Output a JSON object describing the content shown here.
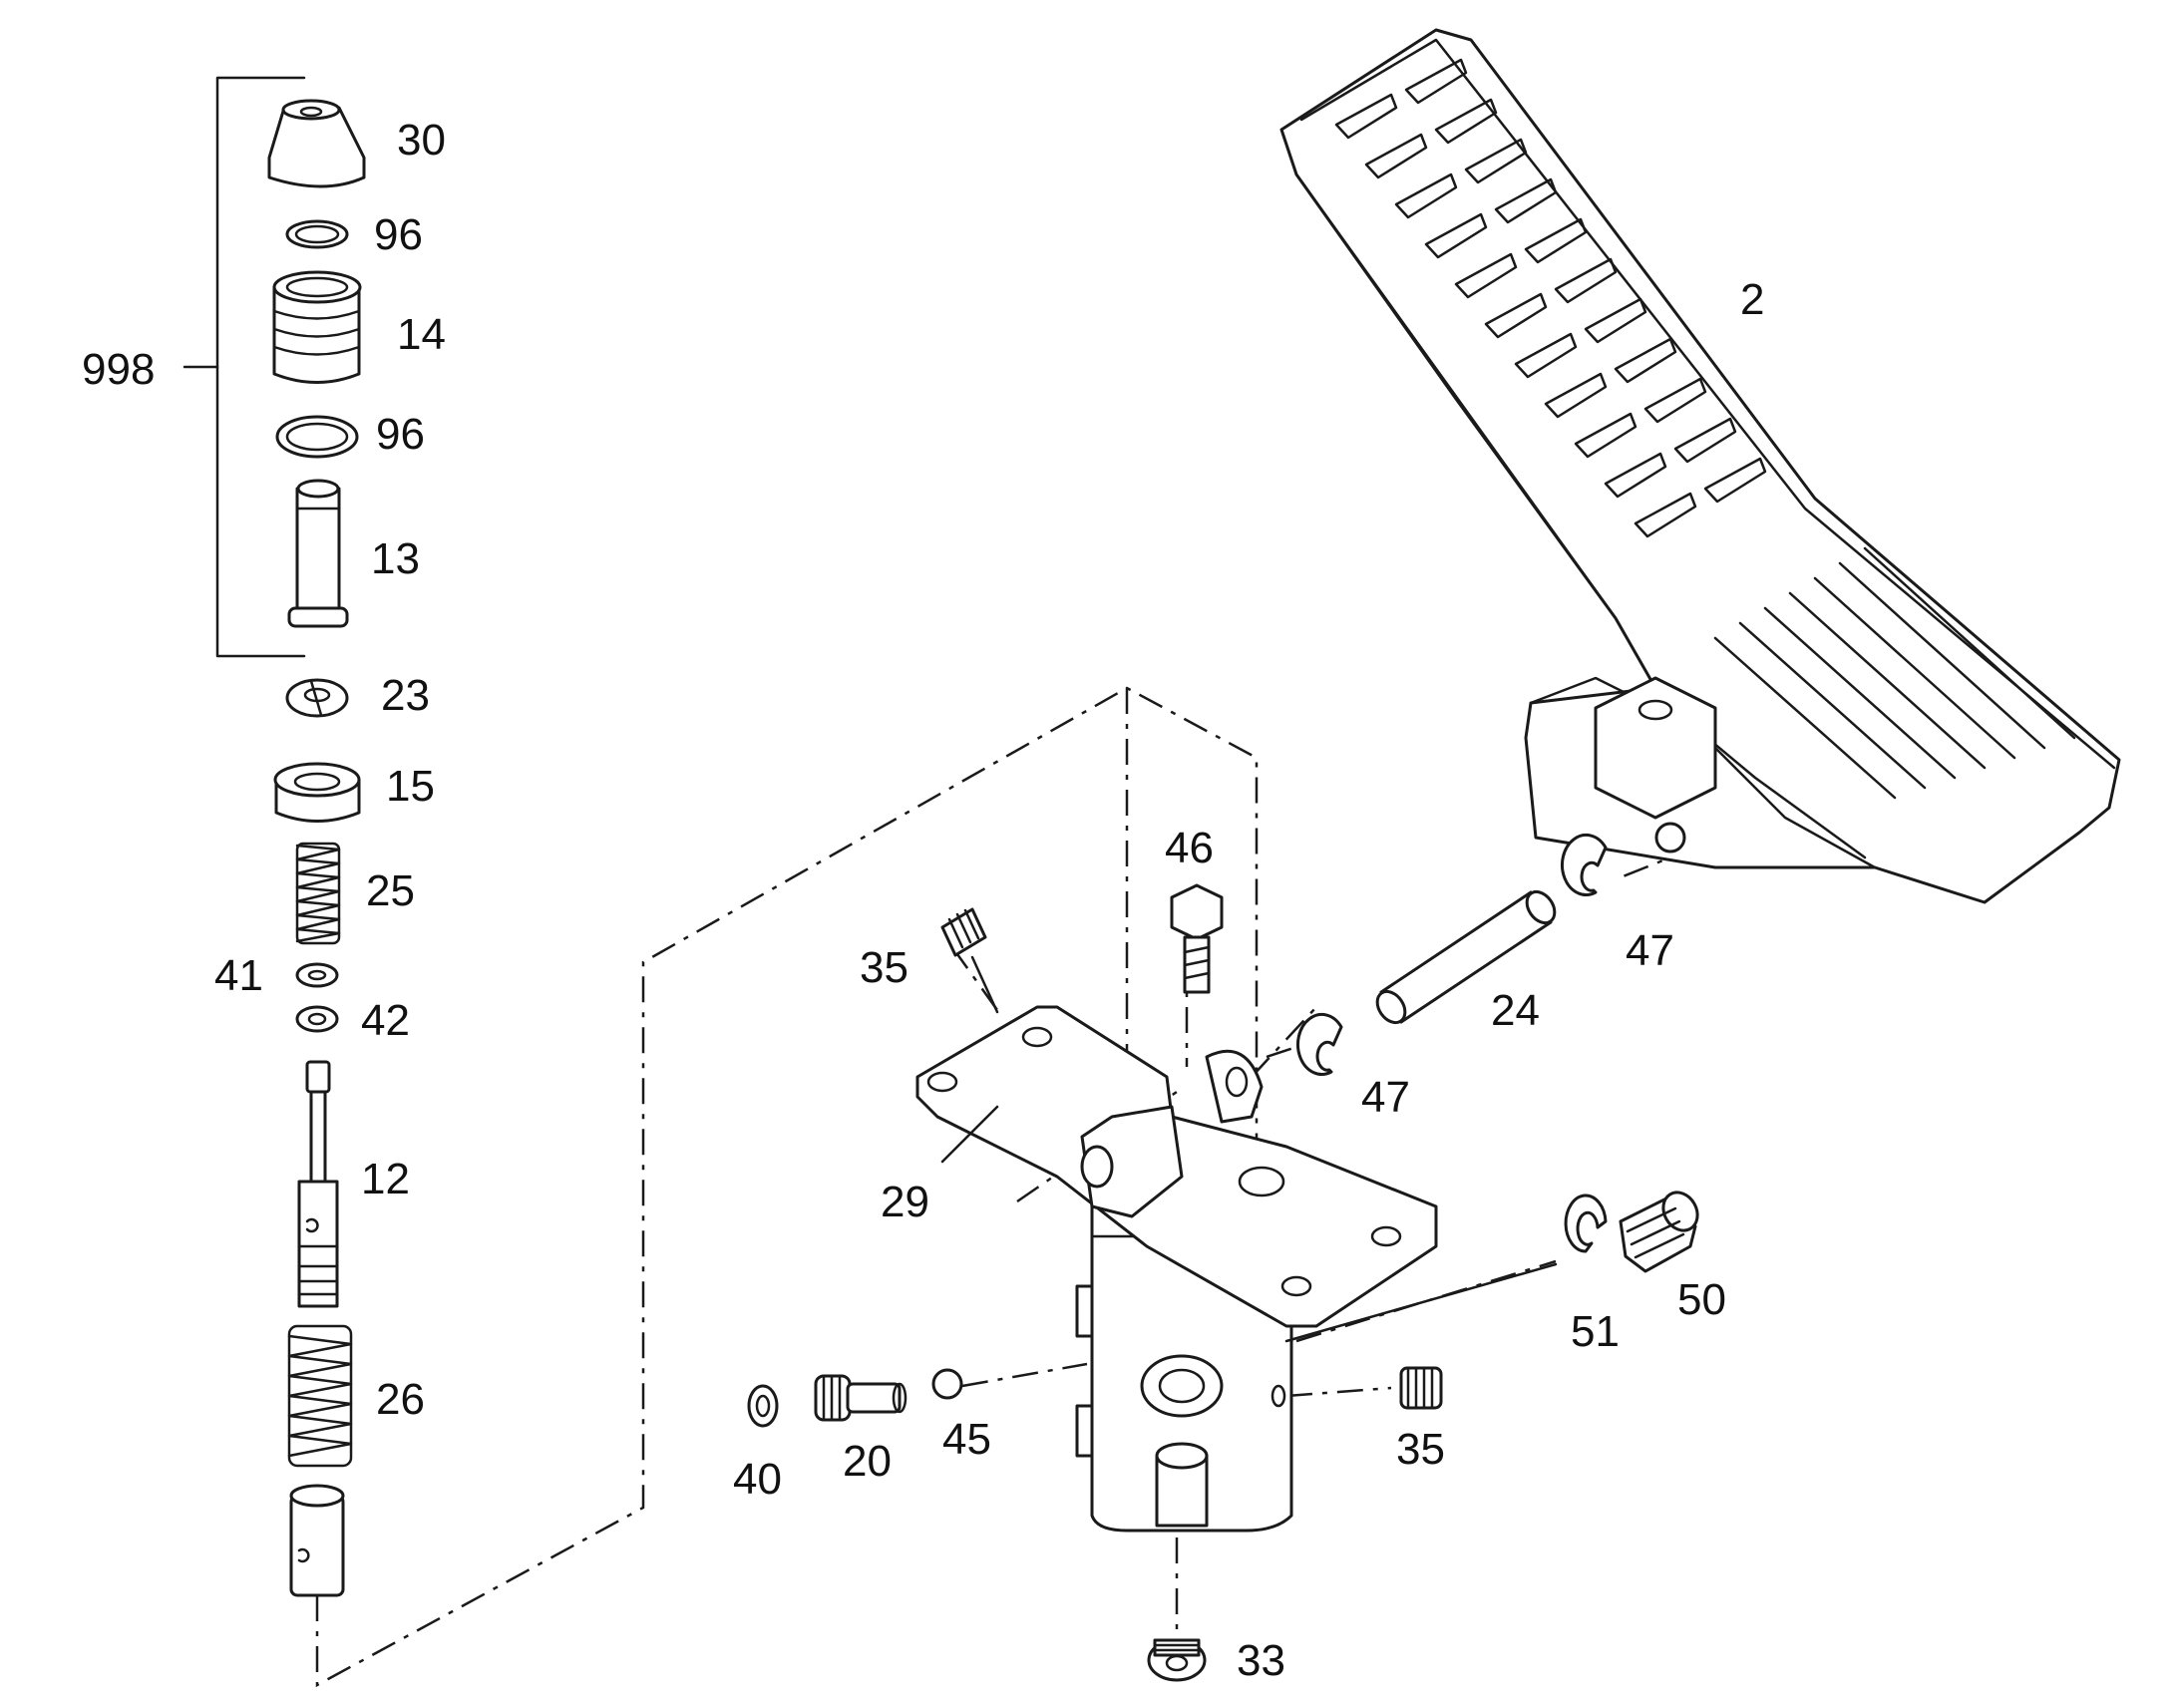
{
  "diagram": {
    "labels": {
      "p998": "998",
      "p30": "30",
      "p96a": "96",
      "p14": "14",
      "p96b": "96",
      "p13": "13",
      "p23": "23",
      "p15": "15",
      "p25": "25",
      "p41": "41",
      "p42": "42",
      "p12": "12",
      "p26": "26",
      "p2": "2",
      "p46": "46",
      "p35a": "35",
      "p24": "24",
      "p47a": "47",
      "p47b": "47",
      "p29": "29",
      "p51": "51",
      "p50": "50",
      "p35b": "35",
      "p45": "45",
      "p20": "20",
      "p40": "40",
      "p33": "33"
    }
  }
}
